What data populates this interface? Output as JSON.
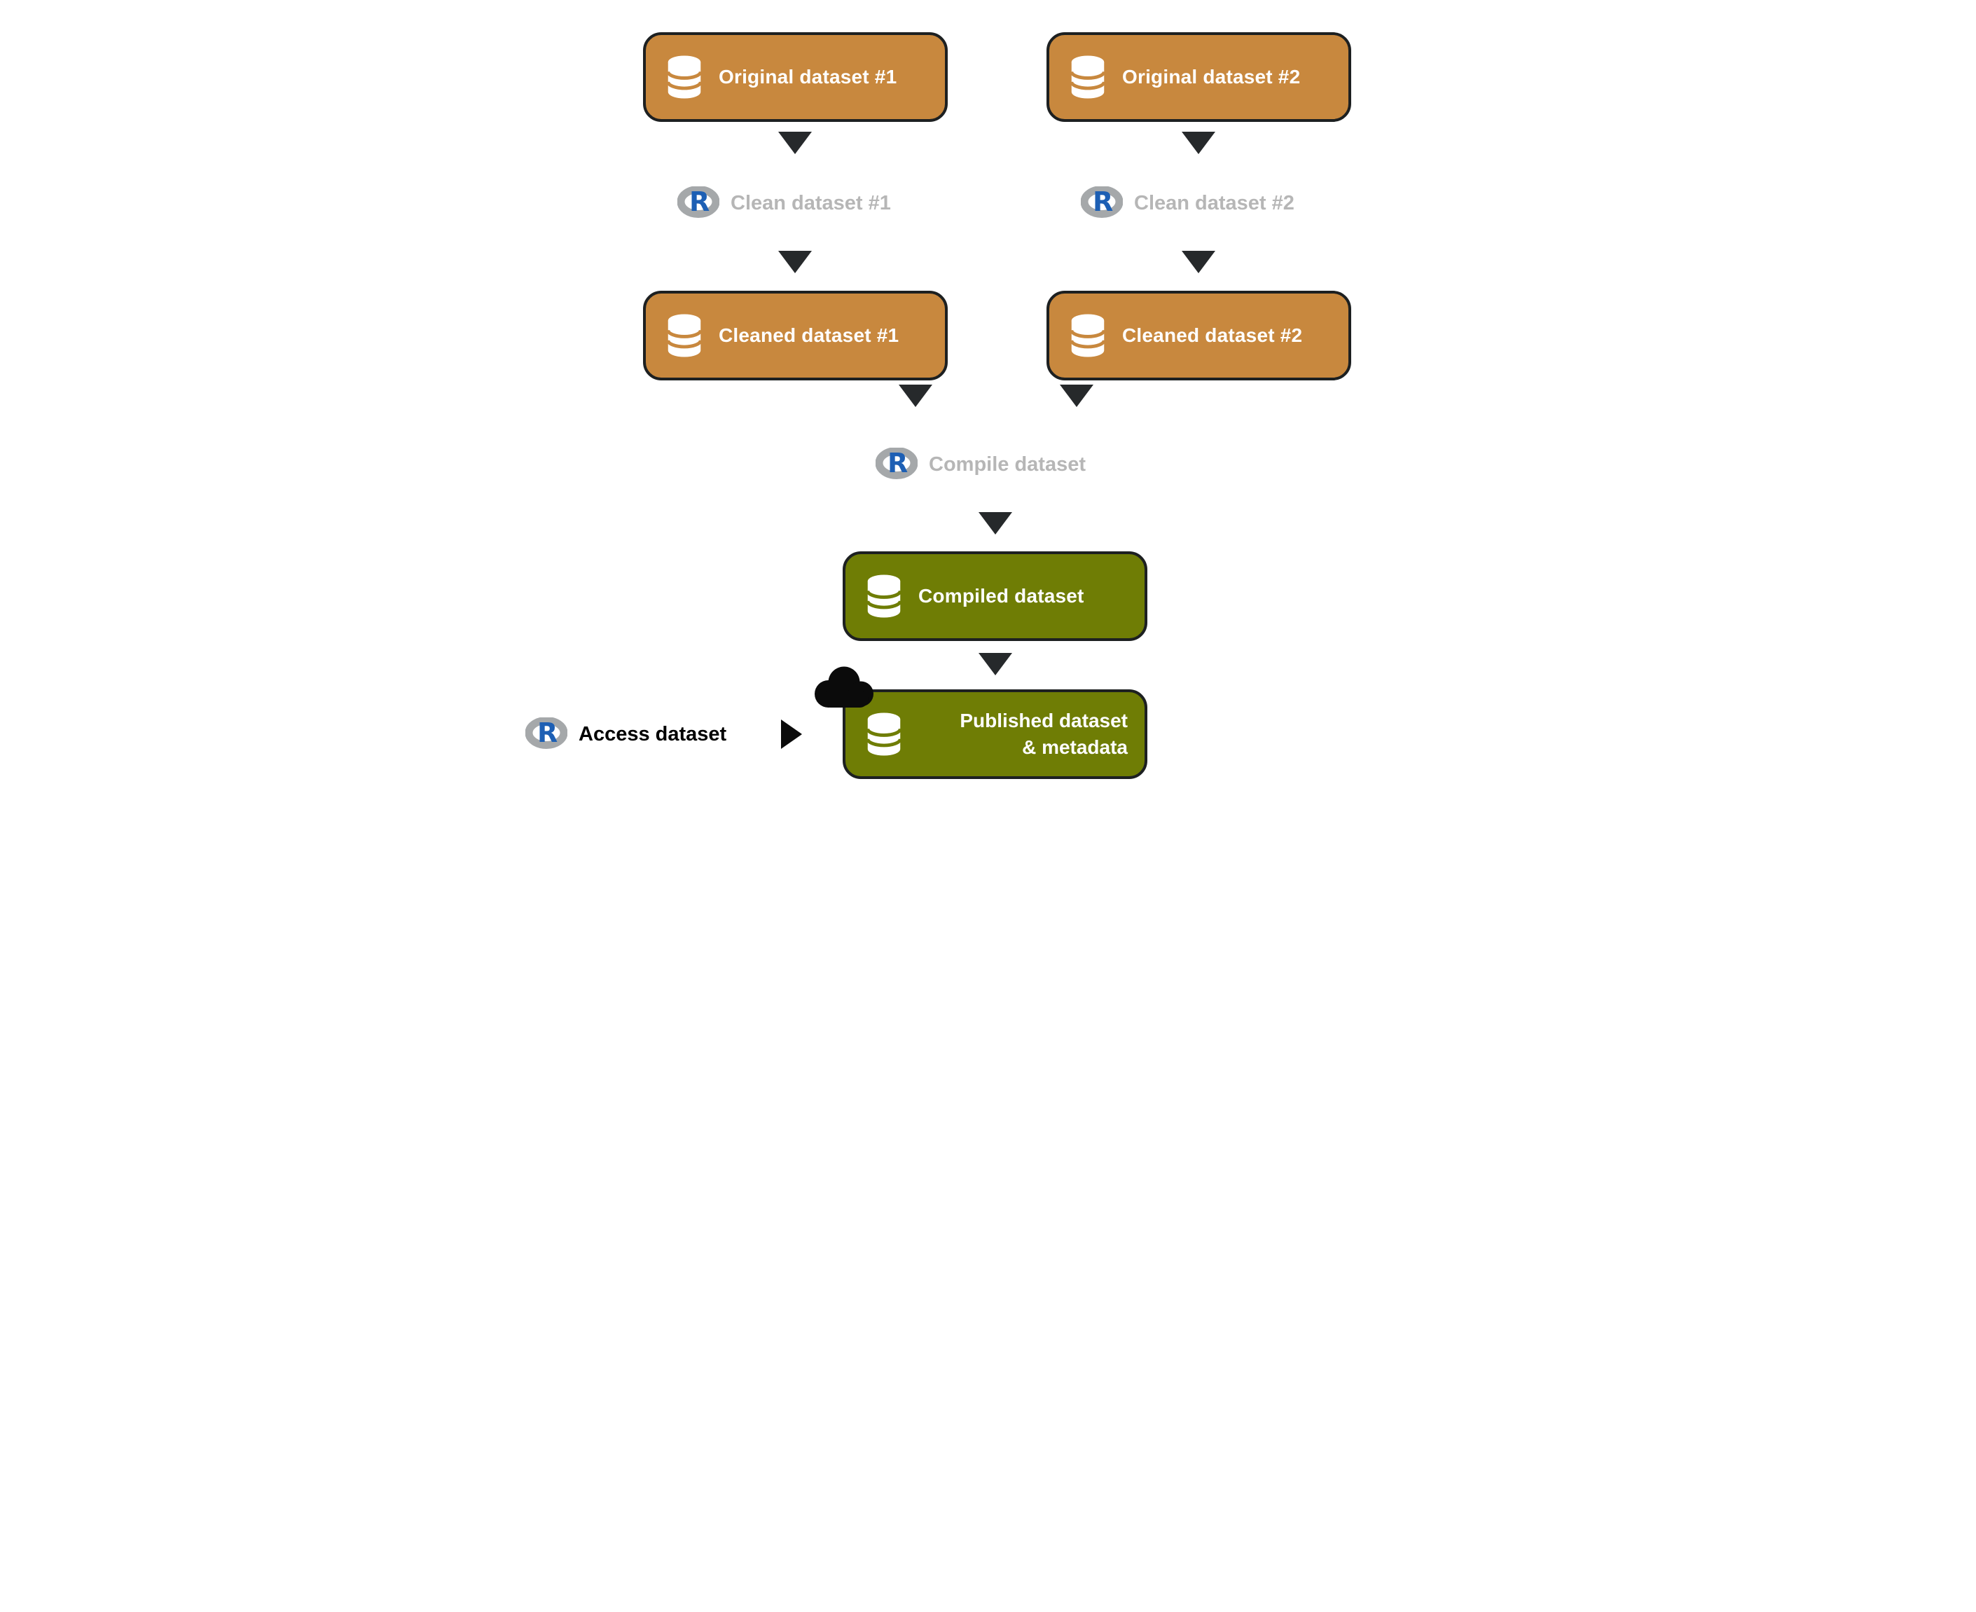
{
  "diagram": {
    "nodes": {
      "original1": {
        "label": "Original dataset #1"
      },
      "original2": {
        "label": "Original dataset #2"
      },
      "cleaned1": {
        "label": "Cleaned dataset #1"
      },
      "cleaned2": {
        "label": "Cleaned dataset #2"
      },
      "compiled": {
        "label": "Compiled dataset"
      },
      "published": {
        "label_line1": "Published dataset",
        "label_line2": "& metadata"
      }
    },
    "steps": {
      "clean1": {
        "label": "Clean dataset #1"
      },
      "clean2": {
        "label": "Clean dataset #2"
      },
      "compile": {
        "label": "Compile dataset"
      },
      "access": {
        "label": "Access dataset"
      }
    },
    "icons": {
      "r_letter": "R",
      "database": "database-cylinder-icon",
      "cloud": "cloud-icon"
    },
    "colors": {
      "dataset_box_orange": "#c8883e",
      "result_box_green": "#6f7d05",
      "box_border": "#1d2021",
      "box_text": "#ffffff",
      "arrow_dark": "#26292b",
      "step_text_gray": "#b6b6b6",
      "step_text_black": "#000000",
      "r_logo_blue": "#1d5fb4",
      "r_logo_ring_gray": "#a5a8aa",
      "cloud_black": "#0b0b0b"
    }
  }
}
